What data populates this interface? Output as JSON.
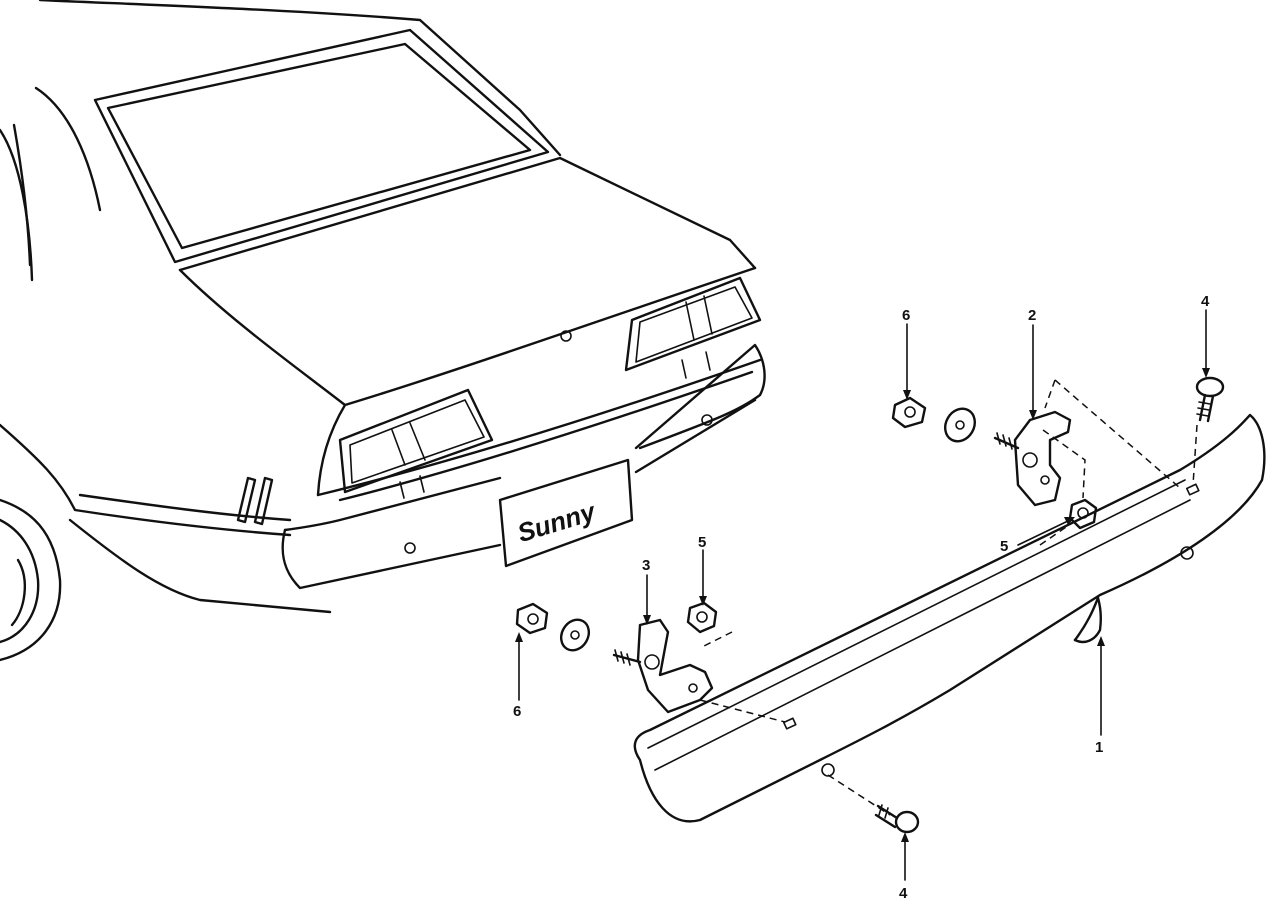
{
  "diagram": {
    "emblem_text": "Sunny",
    "callouts": [
      {
        "id": "c1",
        "label": "1"
      },
      {
        "id": "c2",
        "label": "2"
      },
      {
        "id": "c3",
        "label": "3"
      },
      {
        "id": "c4a",
        "label": "4"
      },
      {
        "id": "c4b",
        "label": "4"
      },
      {
        "id": "c5a",
        "label": "5"
      },
      {
        "id": "c5b",
        "label": "5"
      },
      {
        "id": "c6a",
        "label": "6"
      },
      {
        "id": "c6b",
        "label": "6"
      }
    ]
  }
}
